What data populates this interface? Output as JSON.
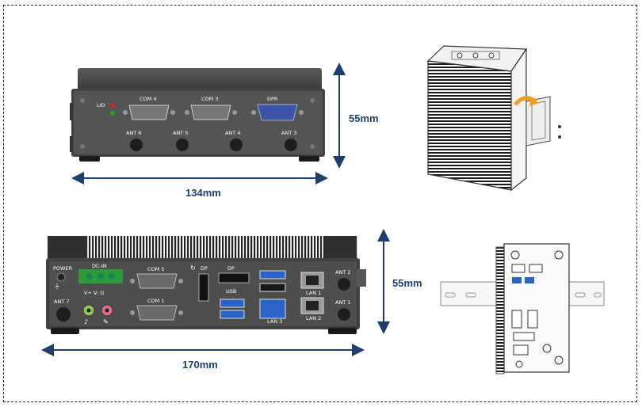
{
  "dimensions": {
    "top_height": "55mm",
    "top_width": "134mm",
    "bottom_height": "55mm",
    "bottom_width": "170mm"
  },
  "top_panel": {
    "led_label": "LID",
    "ports": [
      "COM 4",
      "COM 3",
      "DPR"
    ],
    "antennas": [
      "ANT 6",
      "ANT 5",
      "ANT 4",
      "ANT 3"
    ]
  },
  "bottom_panel": {
    "power_label": "POWER",
    "dcin_label": "DC-IN",
    "dcin_pins": "V+ V- G",
    "ant_left": "ANT 7",
    "com_top": "COM 5",
    "com_bottom": "COM 1",
    "dp1": "DP",
    "dp2": "DP",
    "usb": "USB",
    "lan3": "LAN 3",
    "lan1": "LAN 1",
    "lan2": "LAN 2",
    "ant_right_top": "ANT 2",
    "ant_right_bottom": "ANT 1"
  },
  "colors": {
    "dimension": "#1d3f6e",
    "chassis": "#3d3d3d",
    "usb_blue": "#2a64c8"
  }
}
